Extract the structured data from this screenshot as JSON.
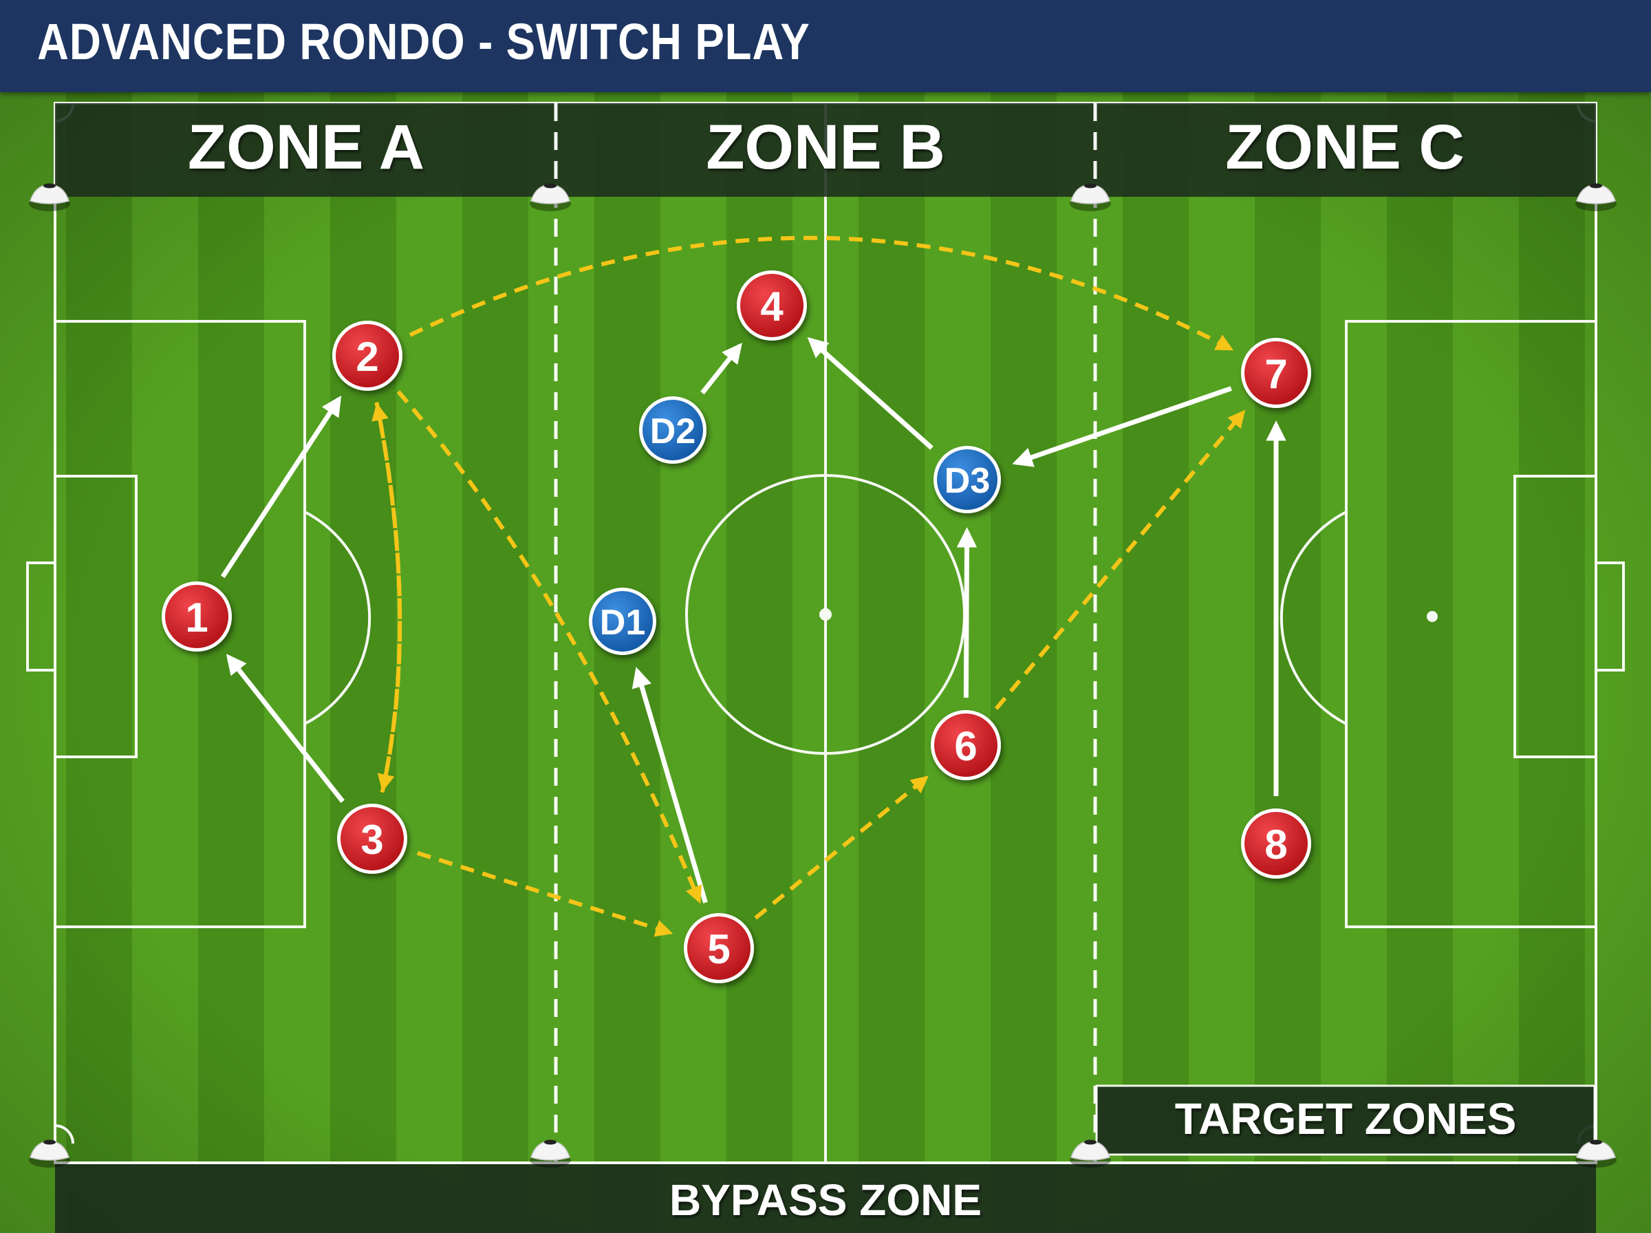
{
  "title": "ADVANCED RONDO - SWITCH PLAY",
  "zones": [
    {
      "id": "a",
      "label": "ZONE A"
    },
    {
      "id": "b",
      "label": "ZONE B"
    },
    {
      "id": "c",
      "label": "ZONE C"
    }
  ],
  "target_zones_label": "TARGET ZONES",
  "bypass_zone_label": "BYPASS ZONE",
  "players": [
    {
      "id": "1",
      "label": "1",
      "team": "attack"
    },
    {
      "id": "2",
      "label": "2",
      "team": "attack"
    },
    {
      "id": "3",
      "label": "3",
      "team": "attack"
    },
    {
      "id": "4",
      "label": "4",
      "team": "attack"
    },
    {
      "id": "5",
      "label": "5",
      "team": "attack"
    },
    {
      "id": "6",
      "label": "6",
      "team": "attack"
    },
    {
      "id": "7",
      "label": "7",
      "team": "attack"
    },
    {
      "id": "8",
      "label": "8",
      "team": "attack"
    },
    {
      "id": "D1",
      "label": "D1",
      "team": "defence"
    },
    {
      "id": "D2",
      "label": "D2",
      "team": "defence"
    },
    {
      "id": "D3",
      "label": "D3",
      "team": "defence"
    }
  ],
  "movements": [
    {
      "type": "run",
      "from": "1",
      "to": "2"
    },
    {
      "type": "run",
      "from": "3",
      "to": "1"
    },
    {
      "type": "run",
      "from": "5",
      "to": "D1"
    },
    {
      "type": "run",
      "from": "D2",
      "to": "4"
    },
    {
      "type": "run",
      "from": "D3",
      "to": "4"
    },
    {
      "type": "run",
      "from": "6",
      "to": "D3"
    },
    {
      "type": "run",
      "from": "7",
      "to": "D3"
    },
    {
      "type": "run",
      "from": "8",
      "to": "7"
    },
    {
      "type": "pass",
      "from": "2",
      "to": "3"
    },
    {
      "type": "pass",
      "from": "3",
      "to": "2"
    },
    {
      "type": "pass",
      "from": "2",
      "to": "5"
    },
    {
      "type": "pass",
      "from": "3",
      "to": "5"
    },
    {
      "type": "pass",
      "from": "5",
      "to": "6"
    },
    {
      "type": "pass",
      "from": "6",
      "to": "7"
    },
    {
      "type": "pass",
      "from": "2",
      "to": "7"
    }
  ],
  "colors": {
    "title_bar": "#1d3560",
    "attacker": "#d11f25",
    "defender": "#1f6fc4",
    "pass_arrow": "#f5c518",
    "run_arrow": "#ffffff",
    "turf_light": "#5aa826",
    "turf_dark": "#3f8418",
    "zone_banner": "#1c2e1c"
  }
}
